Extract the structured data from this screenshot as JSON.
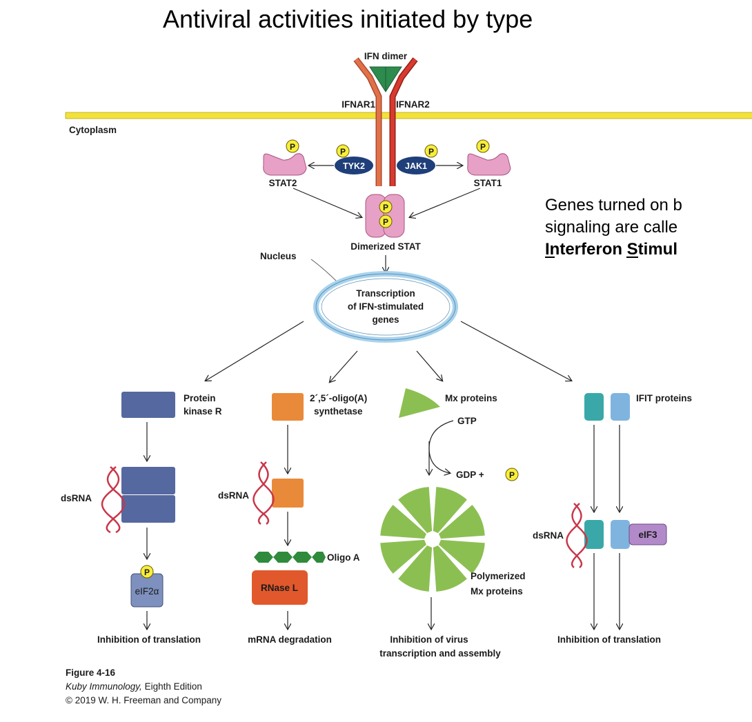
{
  "slide": {
    "title": "Antiviral activities initiated by type",
    "note_line1": "Genes turned on b",
    "note_line2": "signaling are calle",
    "note_line3_bold": "Interferon Stimul"
  },
  "diagram": {
    "ifn_dimer": "IFN dimer",
    "ifnar1": "IFNAR1",
    "ifnar2": "IFNAR2",
    "cytoplasm": "Cytoplasm",
    "tyk2": "TYK2",
    "jak1": "JAK1",
    "stat2": "STAT2",
    "stat1": "STAT1",
    "p": "P",
    "dimerized_stat": "Dimerized STAT",
    "nucleus": "Nucleus",
    "transcription_line1": "Transcription",
    "transcription_line2": "of IFN-stimulated",
    "transcription_line3": "genes",
    "pkr_line1": "Protein",
    "pkr_line2": "kinase R",
    "oas_line1": "2´,5´-oligo(A)",
    "oas_line2": "synthetase",
    "mx_proteins": "Mx proteins",
    "ifit_proteins": "IFIT proteins",
    "gtp": "GTP",
    "gdp": "GDP +",
    "dsrna": "dsRNA",
    "eif2a": "eIF2α",
    "oligo_a": "Oligo A",
    "rnase_l": "RNase L",
    "polymerized_mx_line1": "Polymerized",
    "polymerized_mx_line2": "Mx proteins",
    "eif3": "eIF3",
    "outcome_translation_1": "Inhibition of translation",
    "outcome_mrna": "mRNA degradation",
    "outcome_virus_line1": "Inhibition of virus",
    "outcome_virus_line2": "transcription and assembly",
    "outcome_translation_2": "Inhibition of translation"
  },
  "caption": {
    "figure": "Figure 4-16",
    "book_italic": "Kuby Immunology,",
    "edition": " Eighth Edition",
    "copyright": "© 2019 W. H. Freeman and Company"
  },
  "colors": {
    "membrane": "#f2e23a",
    "ifnar1": "#e2714a",
    "ifnar2": "#d93a2e",
    "ifn_dimer": "#2e8b4e",
    "jak": "#1f3f7a",
    "stat": "#e7a0c6",
    "phospho": "#f7ee3b",
    "pkr": "#55689f",
    "oas": "#e98a3a",
    "mx": "#8cbf52",
    "ifit1": "#3aa8a8",
    "ifit2": "#7fb4df",
    "rnase_l": "#e0582b",
    "oligo": "#2f8a3c",
    "eif2a": "#7d90be",
    "eif3": "#b38ac9",
    "dsrna": "#c8374a",
    "nucleus": "#a8d3ee"
  }
}
